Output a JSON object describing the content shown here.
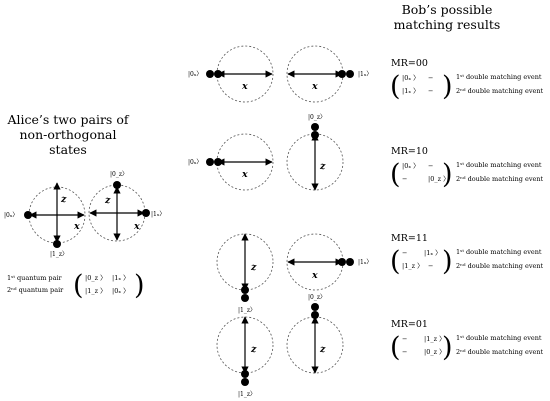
{
  "headings": {
    "alice": [
      "Alice’s two pairs of",
      "non-orthogonal",
      "states"
    ],
    "bob": [
      "Bob’s possible",
      "matching results"
    ]
  },
  "labels": {
    "x": "x",
    "z": "z"
  },
  "kets": {
    "0x": "|0ₓ〉",
    "1x": "|1ₓ〉",
    "0z": "|0_z〉",
    "1z": "|1_z〉"
  },
  "alice": {
    "paren_open": "(",
    "paren_close": ")",
    "pairs": [
      {
        "label": "1ˢᵗ quantum pair",
        "first": "|0_z 〉",
        "second": "|1ₓ 〉"
      },
      {
        "label": "2ⁿᵈ quantum pair",
        "first": "|1_z 〉",
        "second": "|0ₓ 〉"
      }
    ]
  },
  "results": [
    {
      "mr": "MR=00",
      "paren_open": "(",
      "paren_close": ")",
      "rows": [
        [
          "|0ₓ 〉",
          "−"
        ],
        [
          "|1ₓ 〉",
          "−"
        ]
      ],
      "events": [
        "1ˢᵗ double matching event",
        "2ⁿᵈ double matching event"
      ]
    },
    {
      "mr": "MR=10",
      "paren_open": "(",
      "paren_close": ")",
      "rows": [
        [
          "|0ₓ 〉",
          "−"
        ],
        [
          "−",
          "|0_z 〉"
        ]
      ],
      "events": [
        "1ˢᵗ double matching event",
        "2ⁿᵈ double matching event"
      ]
    },
    {
      "mr": "MR=11",
      "paren_open": "(",
      "paren_close": ")",
      "rows": [
        [
          "−",
          "|1ₓ 〉"
        ],
        [
          "|1_z 〉",
          "−"
        ]
      ],
      "events": [
        "1ˢᵗ double matching event",
        "2ⁿᵈ double matching event"
      ]
    },
    {
      "mr": "MR=01",
      "paren_open": "(",
      "paren_close": ")",
      "rows": [
        [
          "−",
          "|1_z 〉"
        ],
        [
          "−",
          "|0_z 〉"
        ]
      ],
      "events": [
        "1ˢᵗ double matching event",
        "2ⁿᵈ double matching event"
      ]
    }
  ]
}
